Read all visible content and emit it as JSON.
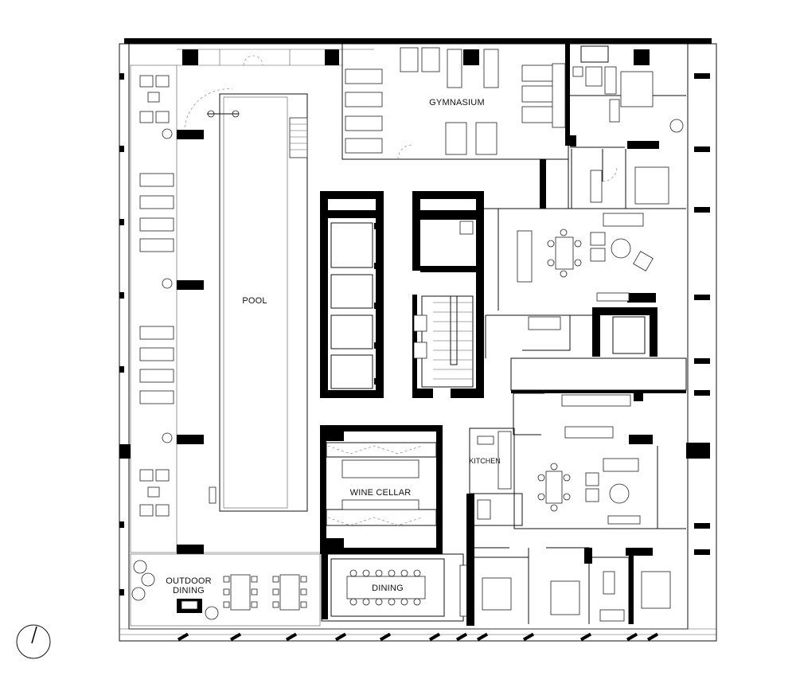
{
  "rooms": {
    "gymnasium": "GYMNASIUM",
    "pool": "POOL",
    "wine_cellar": "WINE CELLAR",
    "kitchen": "KITCHEN",
    "outdoor_dining": [
      "OUTDOOR",
      "DINING"
    ],
    "dining": "DINING"
  },
  "north_arrow_icon": "north-arrow-icon"
}
